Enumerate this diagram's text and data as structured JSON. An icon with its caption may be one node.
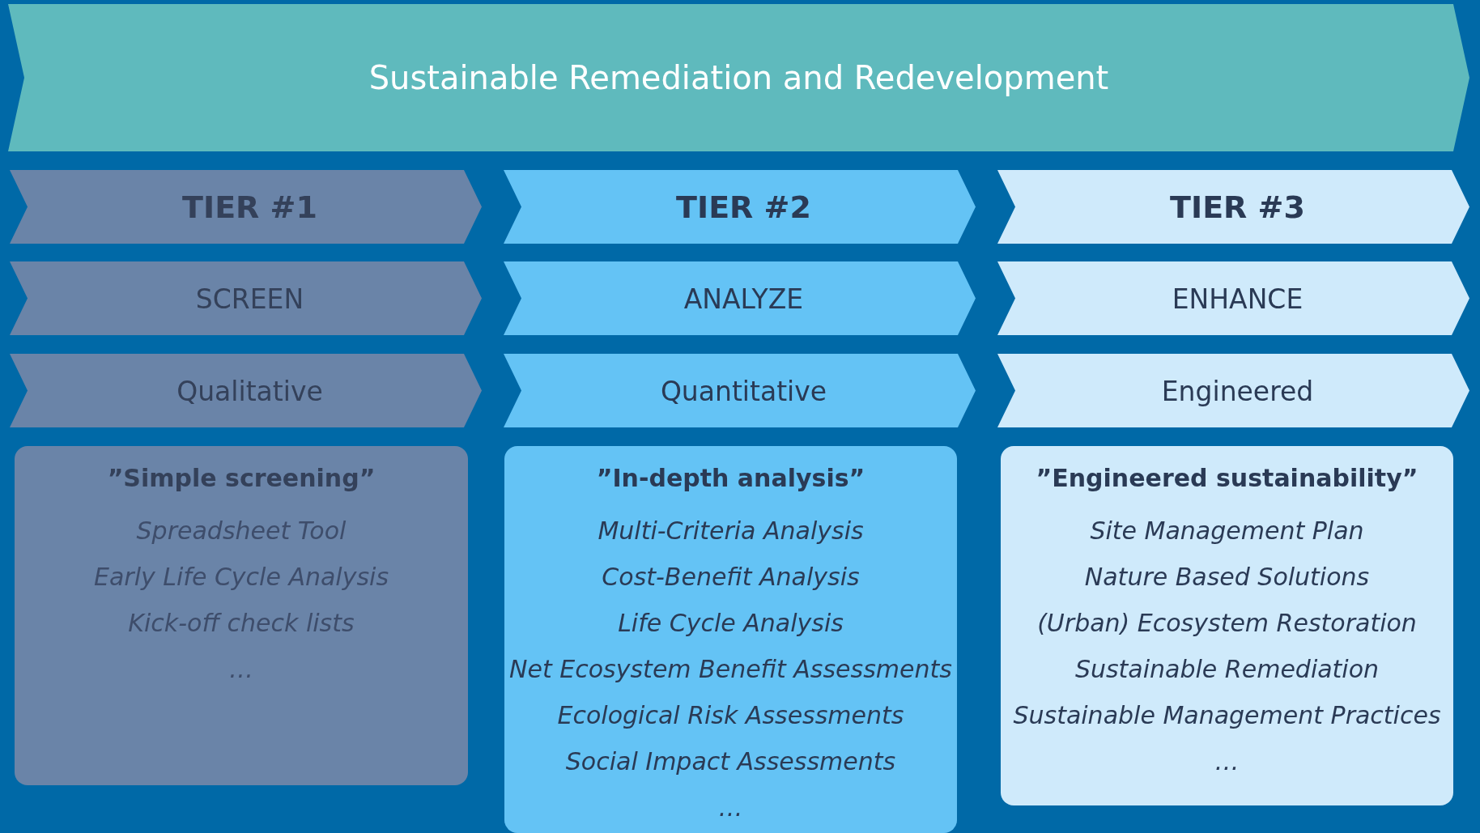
{
  "diagram": {
    "nodes": [
      {
        "text": [
          "Sustainable Remediation and Redevelopment"
        ]
      },
      {
        "text": [
          "TIER #1"
        ]
      },
      {
        "text": [
          "TIER #2"
        ]
      },
      {
        "text": [
          "TIER #3"
        ]
      },
      {
        "text": [
          "SCREEN"
        ]
      },
      {
        "text": [
          "ANALYZE"
        ]
      },
      {
        "text": [
          "ENHANCE"
        ]
      },
      {
        "text": [
          "Qualitative"
        ]
      },
      {
        "text": [
          "Quantitative"
        ]
      },
      {
        "text": [
          "Engineered"
        ]
      },
      {
        "text": [
          "”Simple screening”",
          "Spreadsheet Tool",
          "Early Life Cycle Analysis",
          "Kick-off check lists",
          "…"
        ]
      },
      {
        "text": [
          "”In-depth analysis”",
          "Multi-Criteria Analysis",
          "Cost-Benefit Analysis",
          "Life Cycle Analysis",
          "Net Ecosystem Benefit Assessments",
          "Ecological Risk Assessments",
          "Social Impact Assessments",
          "…"
        ]
      },
      {
        "text": [
          "”Engineered sustainability”",
          "Site Management Plan",
          "Nature Based Solutions",
          "(Urban) Ecosystem Restoration",
          "Sustainable Remediation",
          "Sustainable Management Practices",
          "…"
        ]
      }
    ]
  }
}
